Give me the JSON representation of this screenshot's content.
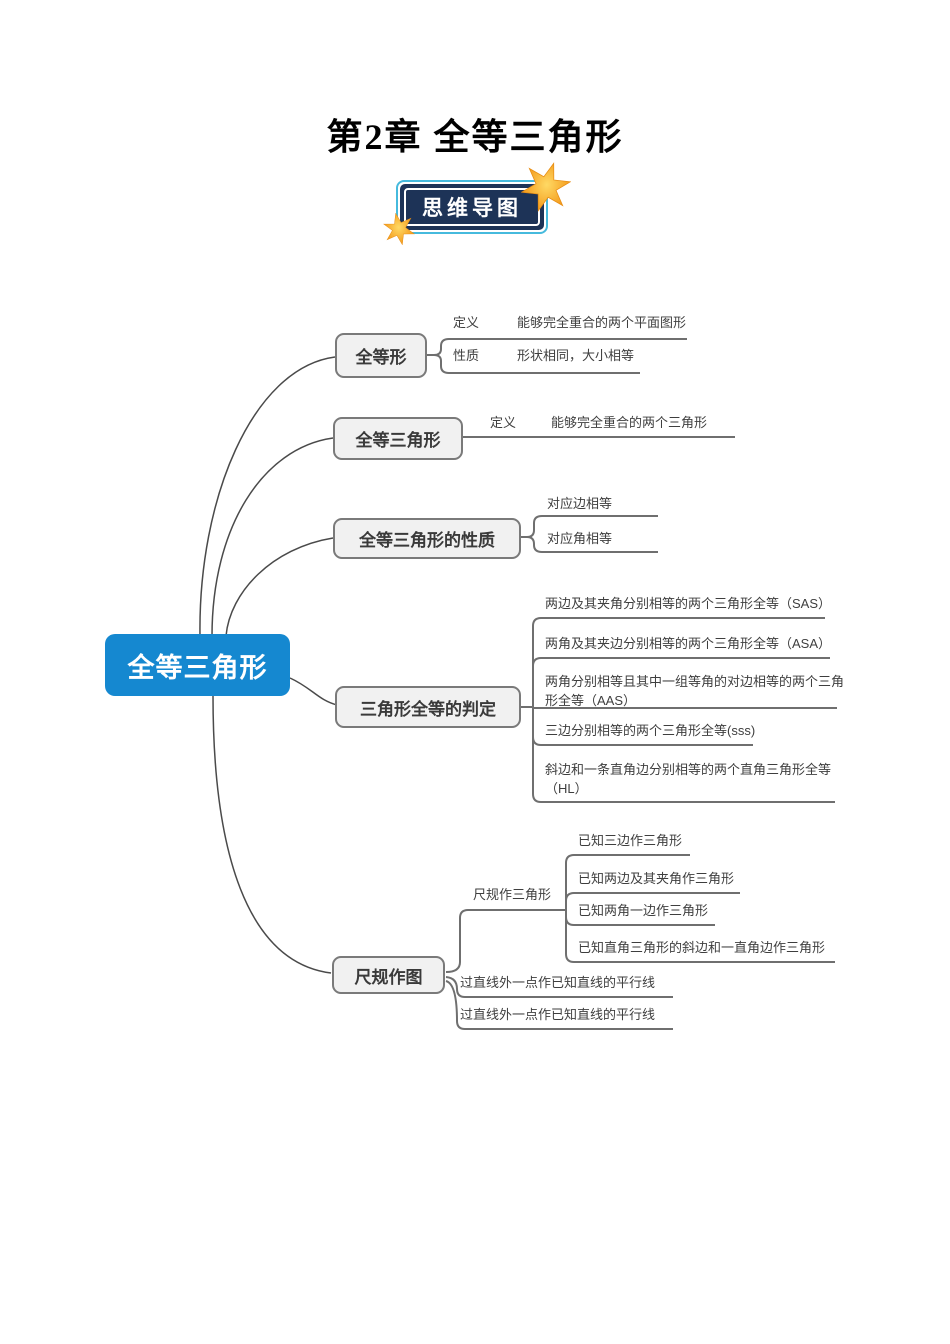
{
  "page": {
    "title": "第2章 全等三角形",
    "badge_label": "思维导图"
  },
  "colors": {
    "root_node_blue": "#1588d0",
    "badge_background": "#1d3357",
    "badge_frame_cyan": "#46badd",
    "star_gold": "#f6a21d",
    "branch_node_fill": "#f1f1f1",
    "branch_node_border": "#7a7a7a",
    "connector_gray": "#4a4a4a"
  },
  "mindmap": {
    "root": "全等三角形",
    "branches": [
      {
        "label": "全等形",
        "children": [
          {
            "label": "定义",
            "value": "能够完全重合的两个平面图形"
          },
          {
            "label": "性质",
            "value": "形状相同，大小相等"
          }
        ]
      },
      {
        "label": "全等三角形",
        "children": [
          {
            "label": "定义",
            "value": "能够完全重合的两个三角形"
          }
        ]
      },
      {
        "label": "全等三角形的性质",
        "children": [
          {
            "text": "对应边相等"
          },
          {
            "text": "对应角相等"
          }
        ]
      },
      {
        "label": "三角形全等的判定",
        "children": [
          {
            "text": "两边及其夹角分别相等的两个三角形全等（SAS）"
          },
          {
            "text": "两角及其夹边分别相等的两个三角形全等（ASA）"
          },
          {
            "text": "两角分别相等且其中一组等角的对边相等的两个三角形全等（AAS）"
          },
          {
            "text": "三边分别相等的两个三角形全等(sss)"
          },
          {
            "text": "斜边和一条直角边分别相等的两个直角三角形全等（HL）"
          }
        ]
      },
      {
        "label": "尺规作图",
        "children": [
          {
            "label": "尺规作三角形",
            "children": [
              "已知三边作三角形",
              "已知两边及其夹角作三角形",
              "已知两角一边作三角形",
              "已知直角三角形的斜边和一直角边作三角形"
            ]
          },
          {
            "text": "过直线外一点作已知直线的平行线"
          },
          {
            "text": "过直线外一点作已知直线的平行线"
          }
        ]
      }
    ]
  }
}
